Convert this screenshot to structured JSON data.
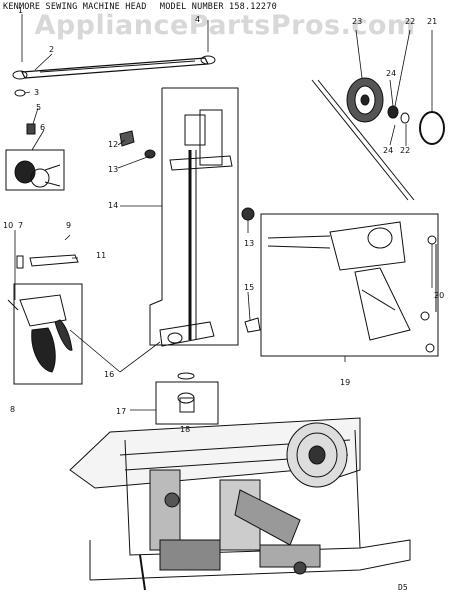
{
  "watermark": "AppliancePartsPros.com",
  "header": {
    "title": "KENMORE SEWING MACHINE HEAD",
    "model": "MODEL NUMBER 158.12270"
  },
  "callouts": [
    "1",
    "2",
    "3",
    "4",
    "5",
    "6",
    "7",
    "8",
    "9",
    "10",
    "11",
    "12",
    "13",
    "14",
    "15",
    "16",
    "17",
    "18",
    "19",
    "20",
    "21",
    "22",
    "23",
    "24"
  ],
  "page_code": "D5"
}
